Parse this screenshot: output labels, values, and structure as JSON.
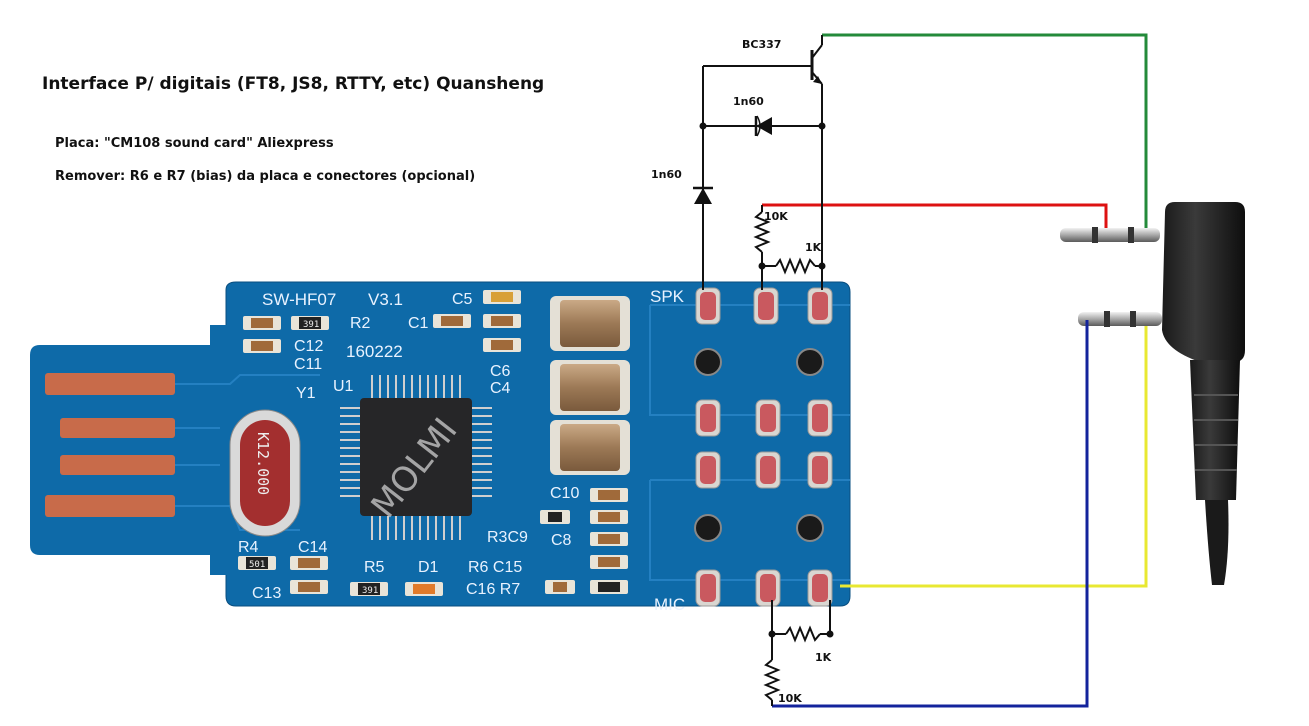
{
  "title": "Interface P/ digitais (FT8, JS8, RTTY, etc) Quansheng",
  "notes": {
    "board": "Placa: \"CM108 sound card\" Aliexpress",
    "remove": "Remover: R6 e R7 (bias) da placa e conectores (opcional)"
  },
  "schematic": {
    "transistor": "BC337",
    "diode_top": "1n60",
    "diode_left": "1n60",
    "res_spk_vertical": "10K",
    "res_spk_horizontal": "1K",
    "res_mic_horizontal": "1K",
    "res_mic_vertical": "10K"
  },
  "board_silk": {
    "model": "SW-HF07",
    "version": "V3.1",
    "date": "160222",
    "chip": "U1",
    "crystal": "Y1",
    "crystal_mark": "K12.000",
    "watermark": "MOLMI",
    "spk": "SPK",
    "mic": "MIC",
    "c5": "C5",
    "c1": "C1",
    "c12": "C12",
    "c11": "C11",
    "r2": "R2",
    "r391a": "391",
    "c6": "C6",
    "c4": "C4",
    "c10": "C10",
    "r3c9": "R3C9",
    "c8": "C8",
    "r6c15": "R6 C15",
    "c16r7": "C16 R7",
    "r4": "R4",
    "c14": "C14",
    "r501": "501",
    "r5": "R5",
    "d1": "D1",
    "r391b": "391",
    "c13": "C13"
  },
  "colors": {
    "wire_black": "#111111",
    "wire_red": "#dd1111",
    "wire_green": "#238a3a",
    "wire_yellow": "#e8e832",
    "wire_blue": "#13239c",
    "pcb": "#0e6aa8"
  }
}
